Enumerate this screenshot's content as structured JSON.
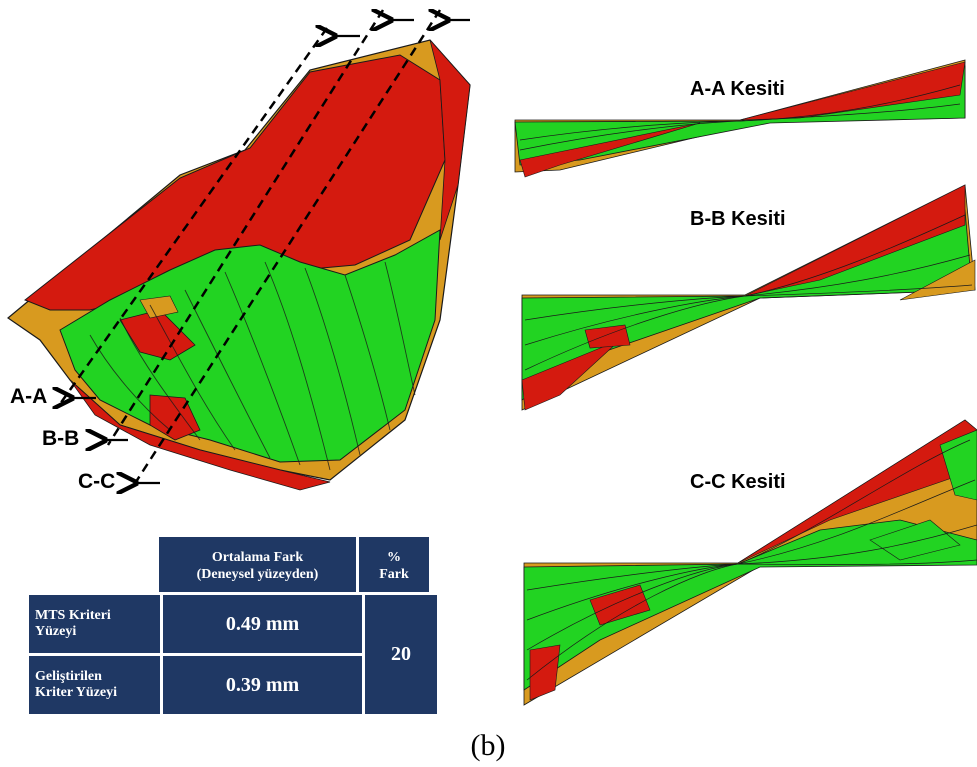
{
  "figure": {
    "section_labels": [
      "A-A",
      "B-B",
      "C-C"
    ],
    "section_titles": [
      "A-A Kesiti",
      "B-B Kesiti",
      "C-C Kesiti"
    ],
    "caption": "(b)",
    "colors": {
      "red": "#d41a0f",
      "green": "#22d322",
      "orange": "#d89a1f",
      "edge": "#1a1a1a",
      "table_bg": "#1f3864"
    }
  },
  "table": {
    "header": {
      "col1_line1": "Ortalama Fark",
      "col1_line2": "(Deneysel yüzeyden)",
      "col2_line1": "%",
      "col2_line2": "Fark"
    },
    "rows": [
      {
        "name_line1": "MTS Kriteri",
        "name_line2": "Yüzeyi",
        "value": "0.49 mm"
      },
      {
        "name_line1": "Geliştirilen",
        "name_line2": "Kriter Yüzeyi",
        "value": "0.39 mm"
      }
    ],
    "percent": "20"
  }
}
